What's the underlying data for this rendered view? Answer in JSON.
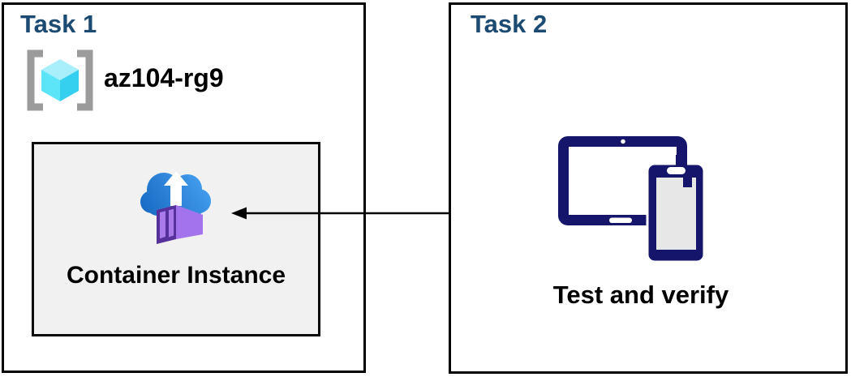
{
  "diagram": {
    "task1": {
      "title": "Task 1",
      "resource_group": {
        "name": "az104-rg9",
        "icon": "azure-resource-group"
      },
      "container_box": {
        "label": "Container Instance",
        "icon": "azure-container-instances"
      }
    },
    "task2": {
      "title": "Task 2",
      "caption": "Test and verify",
      "icon": "tablet-and-phone-devices"
    },
    "arrow": {
      "from": "task2-devices",
      "to": "container-instance",
      "direction": "right-to-left",
      "style": "solid-black-thin-with-triangle-head"
    },
    "colors": {
      "task_title_blue": "#1B4A72",
      "box_border": "#000000",
      "inner_box_fill": "#F1F1F1",
      "device_navy": "#15156B",
      "device_phone_screen": "#E7E7E7",
      "cloud_blue_dark": "#1A6CC4",
      "cloud_blue_light": "#47A2F2",
      "container_frame_purple": "#56309B",
      "container_panel_purple": "#A97BEA",
      "container_side_purple": "#A273EC",
      "container_top_purple": "#BD93F2",
      "cube_cyan_top": "#A9EFFB",
      "cube_cyan_left": "#5CE5F9",
      "cube_cyan_right": "#35CFF0",
      "bracket_gray": "#9B9B9B",
      "label_black": "#000000"
    }
  }
}
